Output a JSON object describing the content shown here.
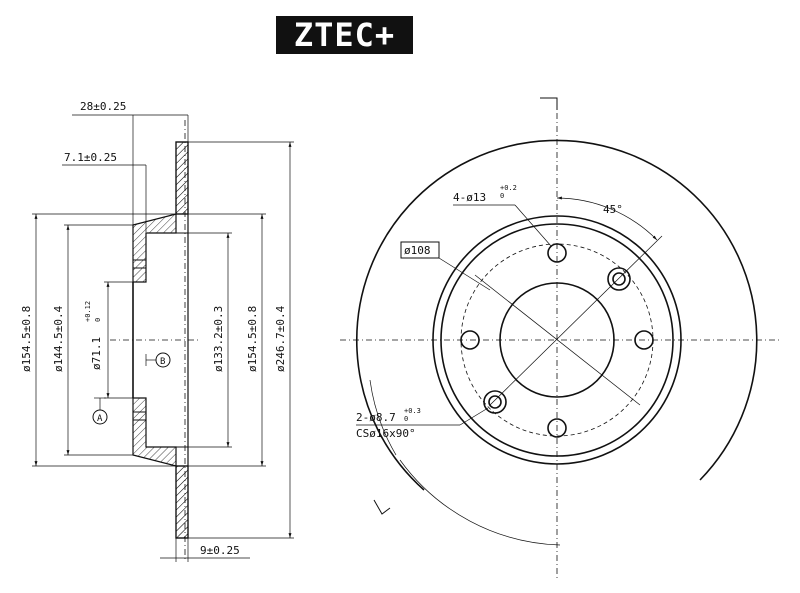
{
  "brand": {
    "logo_text": "ZTEC+"
  },
  "side_view": {
    "dim_top_width": "28±0.25",
    "dim_hat_offset": "7.1±0.25",
    "dim_bottom_thickness": "9±0.25",
    "dim_d1": "ø154.5±0.8",
    "dim_d2": "ø144.5±0.4",
    "dim_center_bore": "ø71.1",
    "dim_center_bore_tol_upper": "+0.12",
    "dim_center_bore_tol_lower": "0",
    "dim_d3": "ø133.2±0.3",
    "dim_d4": "ø154.5±0.8",
    "dim_outer": "ø246.7±0.4",
    "datum_a": "A",
    "datum_b": "B"
  },
  "front_view": {
    "bolt_holes": "4-ø13",
    "bolt_holes_tol_upper": "+0.2",
    "bolt_holes_tol_lower": "0",
    "angle": "45°",
    "pcd": "ø108",
    "small_holes": "2-ø8.7",
    "small_holes_tol_upper": "+0.3",
    "small_holes_tol_lower": "0",
    "countersink": "CSø16x90°"
  }
}
